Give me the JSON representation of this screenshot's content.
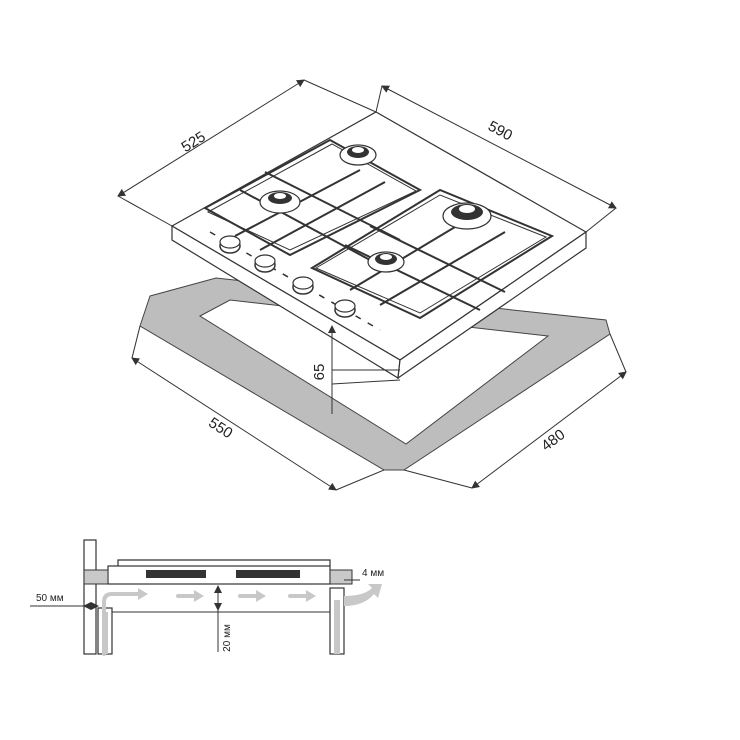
{
  "dimensions": {
    "depth_hob": "525",
    "width_hob": "590",
    "cutout_width": "550",
    "cutout_depth": "480",
    "height": "65"
  },
  "installation": {
    "side_clearance": "50 мм",
    "air_gap": "20 мм",
    "rear_gap": "4 мм"
  },
  "colors": {
    "line": "#333333",
    "frame_fill": "#bdbdbd",
    "arrow_fill": "#c8c8c8"
  }
}
